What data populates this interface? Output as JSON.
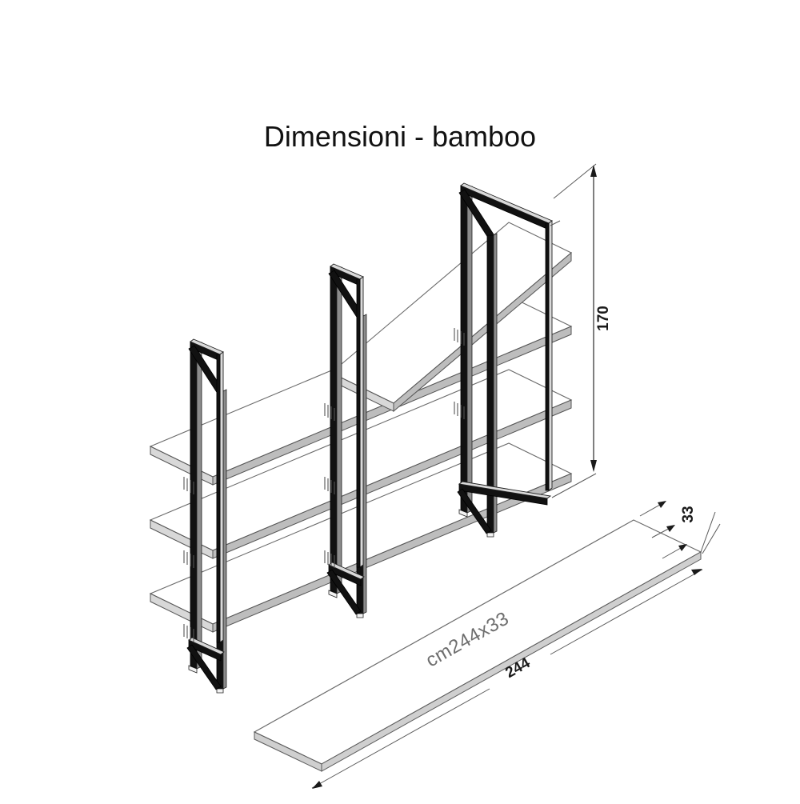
{
  "title": "Dimensioni - bamboo",
  "drawing": {
    "type": "technical-isometric-drawing",
    "subject": "bamboo shelving unit",
    "units": "cm"
  },
  "dimensions": {
    "height": "170",
    "depth": "33",
    "width": "244"
  },
  "panel_detail": {
    "label": "cm244x33",
    "length_label": "244",
    "depth_label": "33"
  },
  "structure": {
    "frame_count": 3,
    "shelf_count": 4
  },
  "colors": {
    "background": "#ffffff",
    "line": "#555555",
    "tube_dark": "#111111",
    "tube_light": "#d9d9d9",
    "text": "#111111",
    "label_grey": "#6e6e6e"
  }
}
